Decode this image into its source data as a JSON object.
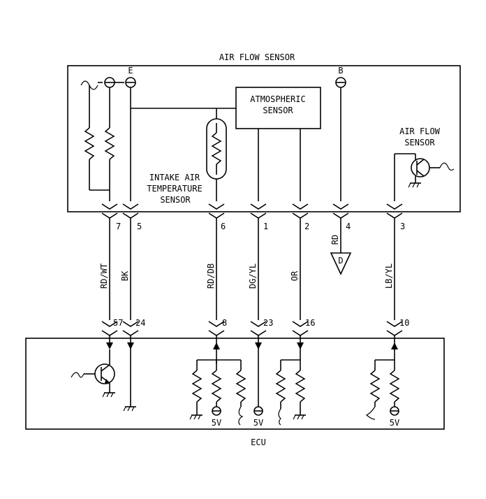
{
  "air_flow_sensor": {
    "title": "AIR FLOW SENSOR",
    "terminal_e": "E",
    "terminal_b": "B",
    "atmospheric_sensor": [
      "ATMOSPHERIC",
      "SENSOR"
    ],
    "intake_air_temp_sensor": [
      "INTAKE AIR",
      "TEMPERATURE",
      "SENSOR"
    ],
    "air_flow_sensor_element": [
      "AIR FLOW",
      "SENSOR"
    ]
  },
  "ecu": {
    "title": "ECU"
  },
  "wires": [
    {
      "sensor_pin": "7",
      "color": "RD/WT",
      "ecu_pin": "57"
    },
    {
      "sensor_pin": "5",
      "color": "BK",
      "ecu_pin": "24"
    },
    {
      "sensor_pin": "6",
      "color": "RD/DB",
      "ecu_pin": "8"
    },
    {
      "sensor_pin": "1",
      "color": "DG/YL",
      "ecu_pin": "23"
    },
    {
      "sensor_pin": "2",
      "color": "OR",
      "ecu_pin": "16"
    },
    {
      "sensor_pin": "4",
      "color": "RD",
      "ecu_pin": ""
    },
    {
      "sensor_pin": "3",
      "color": "LB/YL",
      "ecu_pin": "10"
    }
  ],
  "ground_connector": {
    "label": "D"
  },
  "supply": {
    "label": "5V"
  }
}
